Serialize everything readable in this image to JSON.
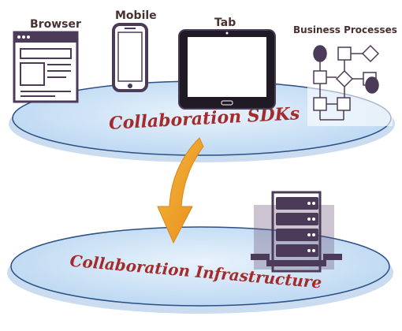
{
  "devices": {
    "browser": "Browser",
    "mobile": "Mobile",
    "tab": "Tab",
    "business_processes": "Business Processes"
  },
  "platforms": {
    "top": "Collaboration SDKs",
    "bottom": "Collaboration Infrastructure"
  },
  "colors": {
    "platform_fill": "#cfe4f7",
    "platform_stroke": "#2b4f86",
    "label_text": "#4a3131",
    "platform_text": "#a32b2b",
    "arrow": "#f0a12a",
    "icon": "#4b3a58"
  },
  "icons": [
    "browser-window-icon",
    "mobile-phone-icon",
    "tablet-icon",
    "flowchart-icon",
    "server-rack-icon",
    "down-arrow-icon"
  ]
}
